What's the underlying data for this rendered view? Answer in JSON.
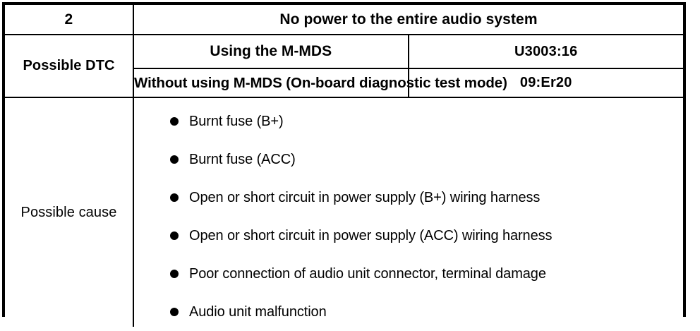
{
  "table": {
    "symptom_number": "2",
    "symptom_title": "No power to the entire audio system",
    "rows": {
      "possible_dtc_label": "Possible DTC",
      "possible_cause_label": "Possible cause"
    },
    "dtc": [
      {
        "method": "Using the M-MDS",
        "code": "U3003:16"
      },
      {
        "method": "Without using M-MDS (On-board diagnostic test mode)",
        "code": "09:Er20"
      }
    ],
    "possible_causes": [
      "Burnt fuse (B+)",
      "Burnt fuse (ACC)",
      "Open or short circuit in power supply (B+) wiring harness",
      "Open or short circuit in power supply (ACC) wiring harness",
      "Poor connection of audio unit connector, terminal damage",
      "Audio unit malfunction"
    ]
  },
  "colors": {
    "border": "#000000",
    "text": "#000000",
    "background": "#ffffff"
  }
}
